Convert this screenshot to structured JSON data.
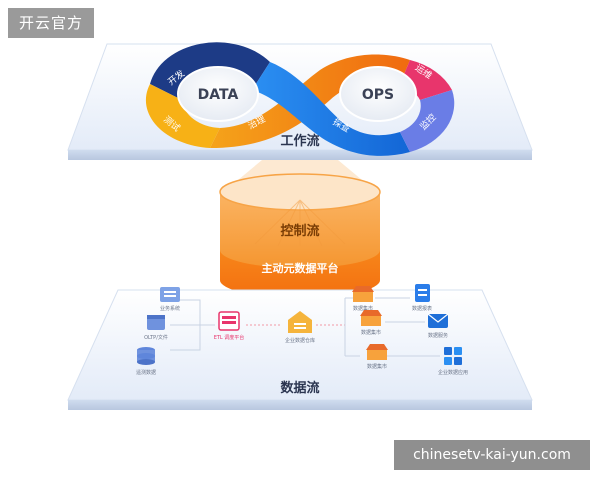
{
  "watermark": {
    "top_left": "开云官方",
    "bottom_right": "chinesetv-kai-yun.com"
  },
  "workflow": {
    "title": "工作流",
    "left_loop": "DATA",
    "right_loop": "OPS",
    "segments": {
      "dev": "开发",
      "test": "测试",
      "govern": "治理",
      "explore": "探查",
      "ops": "运维",
      "monitor": "监控"
    }
  },
  "control": {
    "title": "控制流",
    "subtitle": "主动元数据平台"
  },
  "dataflow": {
    "title": "数据流",
    "sources": [
      "业务系统",
      "OLTP/文件",
      "遥测数据"
    ],
    "etl": "ETL 调度平台",
    "warehouse": "企业数据仓库",
    "marts": [
      "数据集市",
      "数据集市",
      "数据集市"
    ],
    "outputs": [
      "数据报表",
      "数据服务",
      "企业数据应用"
    ]
  },
  "colors": {
    "navy": "#1d3b86",
    "yellow": "#f7b116",
    "orange": "#f47f16",
    "blue": "#1d7bea",
    "pink": "#e8356c",
    "purple": "#6a7de6"
  }
}
